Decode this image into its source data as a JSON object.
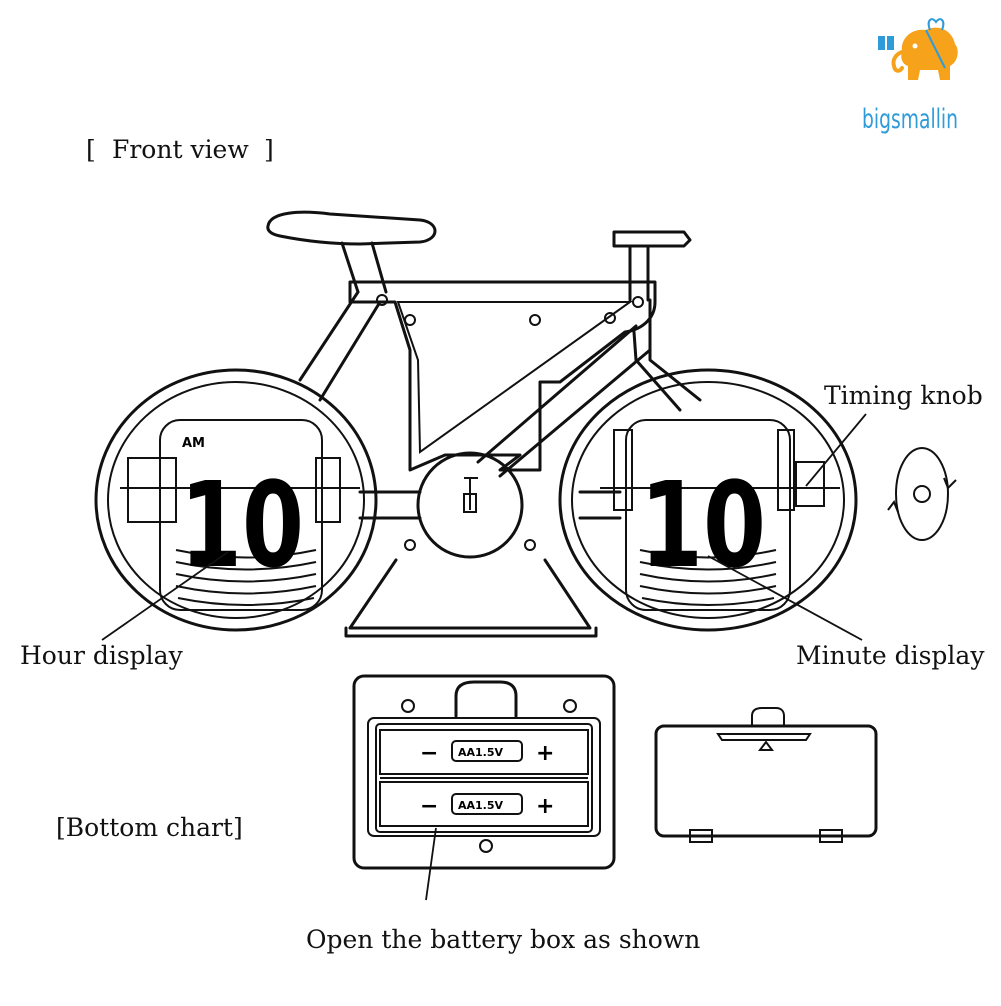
{
  "logo": {
    "text": "bigsmallin",
    "brand_color": "#2f9bd8",
    "accent_color": "#f7a21b"
  },
  "front_view": {
    "open_bracket": "[",
    "title": "Front view",
    "close_bracket": "]"
  },
  "displays": {
    "hour_digits": "10",
    "minute_digits": "10",
    "am_pm": "AM"
  },
  "labels": {
    "timing_knob": "Timing knob",
    "hour_display": "Hour display",
    "minute_display": "Minute display",
    "bottom_chart": "[Bottom chart]",
    "battery_instruction": "Open the battery box as shown"
  },
  "battery": {
    "label_1": "AA1.5V",
    "label_2": "AA1.5V",
    "minus": "−",
    "plus": "+"
  },
  "icons": [
    "rotate-icon",
    "elephant-gift-logo"
  ]
}
